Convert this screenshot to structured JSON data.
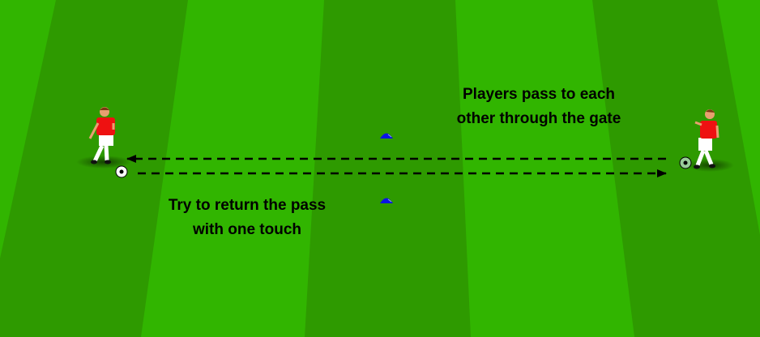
{
  "colors": {
    "grass_light": "#31b500",
    "grass_dark": "#2e9a00",
    "cone": "#0a14e6",
    "shirt": "#ee1111",
    "arrow": "#000000"
  },
  "annotations": [
    {
      "text_line1": "Players pass to each",
      "text_line2": "other through the gate"
    },
    {
      "text_line1": "Try to return the pass",
      "text_line2": "with one touch"
    }
  ],
  "elements": {
    "players": [
      "player-left",
      "player-right"
    ],
    "cones": [
      "cone-top",
      "cone-bottom"
    ],
    "arrows": [
      {
        "direction": "left",
        "style": "dashed"
      },
      {
        "direction": "right",
        "style": "dashed"
      }
    ]
  }
}
